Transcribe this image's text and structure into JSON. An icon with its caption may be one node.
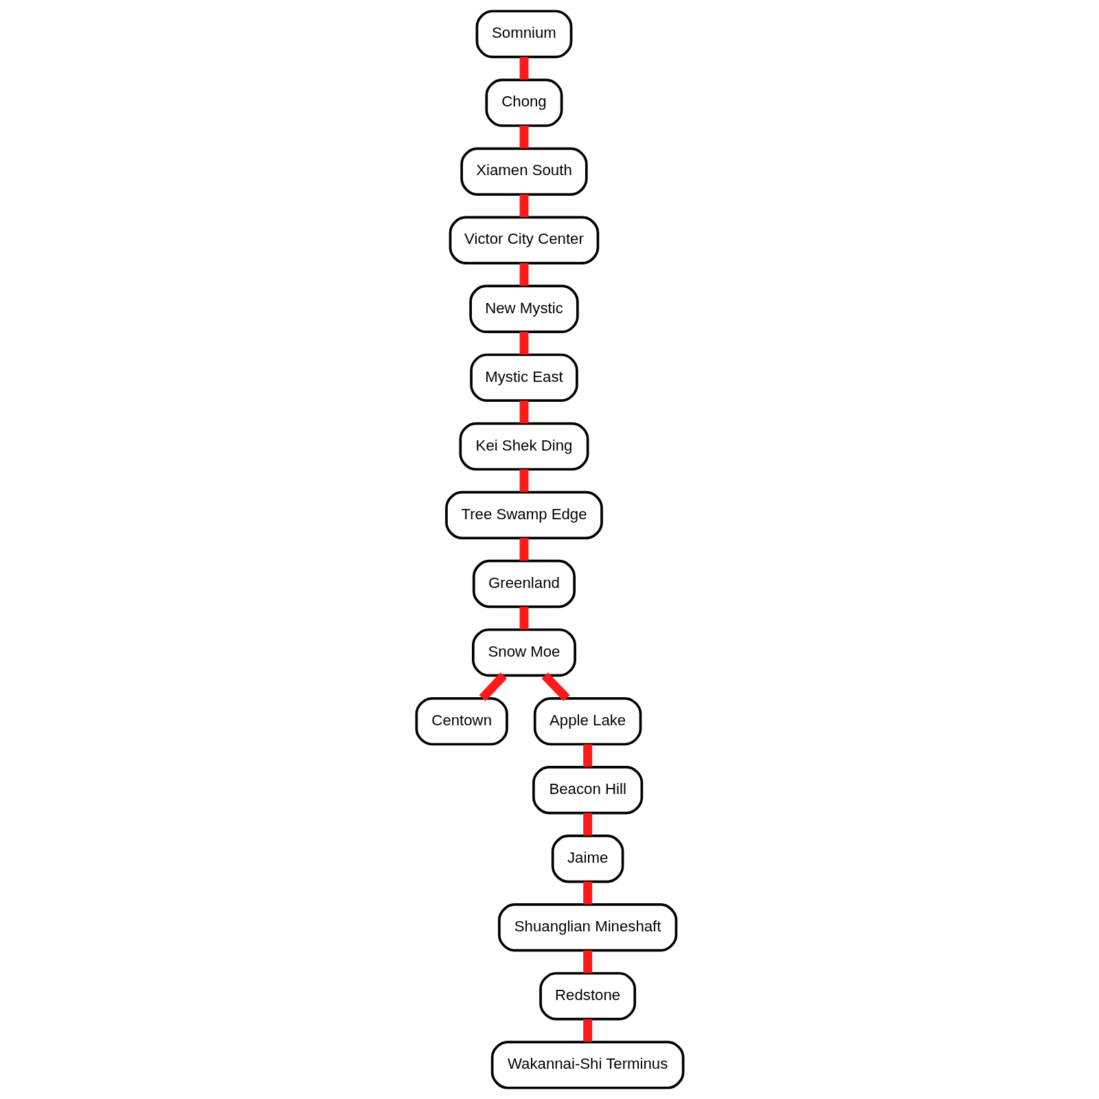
{
  "diagram": {
    "nodes": [
      {
        "text": [
          "Somnium"
        ]
      },
      {
        "text": [
          "Chong"
        ]
      },
      {
        "text": [
          "Xiamen South"
        ]
      },
      {
        "text": [
          "Victor City Center"
        ]
      },
      {
        "text": [
          "New Mystic"
        ]
      },
      {
        "text": [
          "Mystic East"
        ]
      },
      {
        "text": [
          "Kei Shek Ding"
        ]
      },
      {
        "text": [
          "Tree Swamp Edge"
        ]
      },
      {
        "text": [
          "Greenland"
        ]
      },
      {
        "text": [
          "Snow Moe"
        ]
      },
      {
        "text": [
          "Centown"
        ]
      },
      {
        "text": [
          "Apple Lake"
        ]
      },
      {
        "text": [
          "Beacon Hill"
        ]
      },
      {
        "text": [
          "Jaime"
        ]
      },
      {
        "text": [
          "Shuanglian Mineshaft"
        ]
      },
      {
        "text": [
          "Redstone"
        ]
      },
      {
        "text": [
          "Wakannai-Shi Terminus"
        ]
      }
    ],
    "edges": [
      {
        "from": 0,
        "to": 1,
        "arrow": "none"
      },
      {
        "from": 1,
        "to": 2,
        "arrow": "none"
      },
      {
        "from": 2,
        "to": 3,
        "arrow": "none"
      },
      {
        "from": 3,
        "to": 4,
        "arrow": "none"
      },
      {
        "from": 4,
        "to": 5,
        "arrow": "none"
      },
      {
        "from": 5,
        "to": 6,
        "arrow": "none"
      },
      {
        "from": 6,
        "to": 7,
        "arrow": "none"
      },
      {
        "from": 7,
        "to": 8,
        "arrow": "none"
      },
      {
        "from": 8,
        "to": 9,
        "arrow": "none"
      },
      {
        "from": 9,
        "to": 10,
        "arrow": "none"
      },
      {
        "from": 9,
        "to": 11,
        "arrow": "none"
      },
      {
        "from": 11,
        "to": 12,
        "arrow": "none"
      },
      {
        "from": 12,
        "to": 13,
        "arrow": "none"
      },
      {
        "from": 13,
        "to": 14,
        "arrow": "none"
      },
      {
        "from": 14,
        "to": 15,
        "arrow": "none"
      },
      {
        "from": 15,
        "to": 16,
        "arrow": "none"
      }
    ]
  }
}
